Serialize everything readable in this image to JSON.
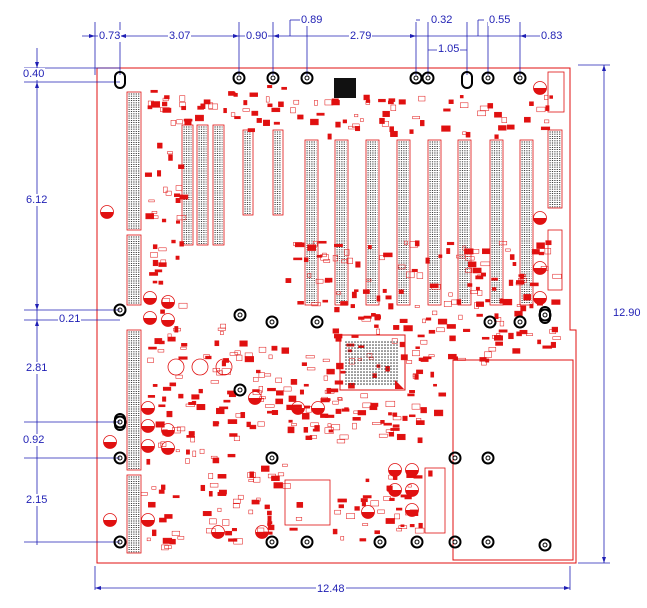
{
  "board": {
    "description_colors": {
      "outline": "#e01010",
      "dimension": "#1f1fb4",
      "hole": "#000000",
      "fill": "#e01010"
    }
  },
  "dimensions": {
    "top": [
      "0.73",
      "3.07",
      "0.90",
      "0.89",
      "2.79",
      "0.32",
      "1.05",
      "0.55",
      "0.83"
    ],
    "left": [
      "0.40",
      "6.12",
      "0.21",
      "2.81",
      "0.92",
      "2.15"
    ],
    "right_height": "12.90",
    "bottom_width": "12.48"
  }
}
